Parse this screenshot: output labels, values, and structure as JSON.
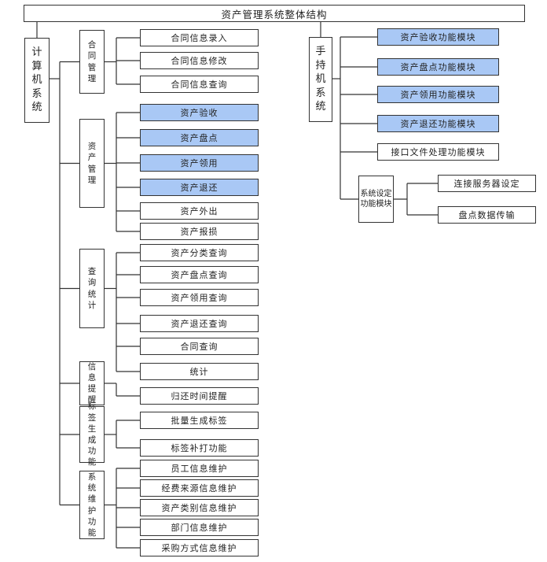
{
  "title": "资产管理系统整体结构",
  "computer_system": {
    "label": "计算机系统",
    "groups": [
      {
        "label": "合同管理",
        "items": [
          {
            "text": "合同信息录入",
            "hl": false
          },
          {
            "text": "合同信息修改",
            "hl": false
          },
          {
            "text": "合同信息查询",
            "hl": false
          }
        ]
      },
      {
        "label": "资产管理",
        "items": [
          {
            "text": "资产验收",
            "hl": true
          },
          {
            "text": "资产盘点",
            "hl": true
          },
          {
            "text": "资产领用",
            "hl": true
          },
          {
            "text": "资产退还",
            "hl": true
          },
          {
            "text": "资产外出",
            "hl": false
          },
          {
            "text": "资产报损",
            "hl": false
          }
        ]
      },
      {
        "label": "查询统计",
        "items": [
          {
            "text": "资产分类查询",
            "hl": false
          },
          {
            "text": "资产盘点查询",
            "hl": false
          },
          {
            "text": "资产领用查询",
            "hl": false
          },
          {
            "text": "资产退还查询",
            "hl": false
          },
          {
            "text": "合同查询",
            "hl": false
          },
          {
            "text": "统计",
            "hl": false
          }
        ]
      },
      {
        "label": "信息提醒",
        "items": [
          {
            "text": "归还时间提醒",
            "hl": false
          }
        ]
      },
      {
        "label": "标签生成功能",
        "items": [
          {
            "text": "批量生成标签",
            "hl": false
          },
          {
            "text": "标签补打功能",
            "hl": false
          }
        ]
      },
      {
        "label": "系统维护功能",
        "items": [
          {
            "text": "员工信息维护",
            "hl": false
          },
          {
            "text": "经费来源信息维护",
            "hl": false
          },
          {
            "text": "资产类别信息维护",
            "hl": false
          },
          {
            "text": "部门信息维护",
            "hl": false
          },
          {
            "text": "采购方式信息维护",
            "hl": false
          }
        ]
      }
    ]
  },
  "handheld_system": {
    "label": "手持机系统",
    "modules": [
      {
        "text": "资产验收功能模块",
        "hl": true
      },
      {
        "text": "资产盘点功能模块",
        "hl": true
      },
      {
        "text": "资产领用功能模块",
        "hl": true
      },
      {
        "text": "资产退还功能模块",
        "hl": true
      },
      {
        "text": "接口文件处理功能模块",
        "hl": false
      }
    ],
    "settings": {
      "label": "系统设定功能模块",
      "items": [
        "连接服务器设定",
        "盘点数据传输"
      ]
    }
  },
  "colors": {
    "highlight": "#a9c8f5",
    "line": "#333333"
  }
}
